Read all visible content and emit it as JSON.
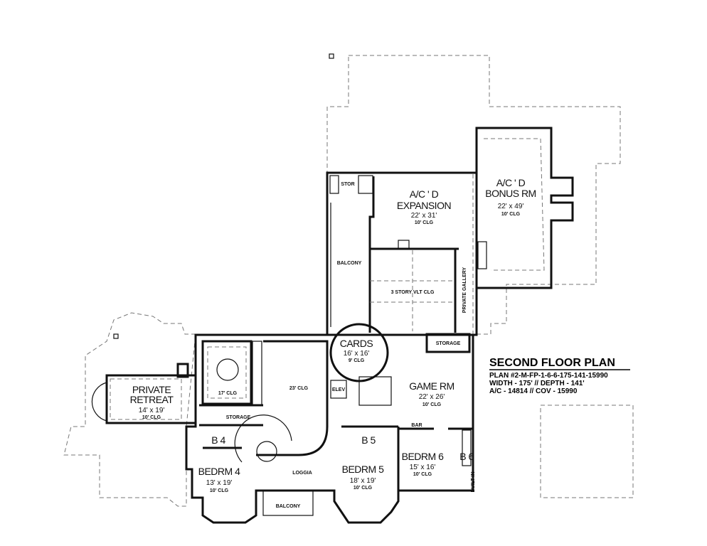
{
  "title_block": {
    "title": "SECOND FLOOR PLAN",
    "plan_number": "PLAN #2-M-FP-1-6-6-175-141-15990",
    "dimensions": "WIDTH - 175' // DEPTH - 141'",
    "area": "A/C - 14814 // COV - 15990"
  },
  "rooms": {
    "stor": "STOR",
    "expansion": {
      "name1": "A/C ' D",
      "name2": "EXPANSION",
      "size": "22' x 31'",
      "clg": "10' CLG"
    },
    "bonus": {
      "name1": "A/C ' D",
      "name2": "BONUS RM",
      "size": "22' x 49'",
      "clg": "10' CLG"
    },
    "balcony_upper": "BALCONY",
    "vault": "3 STORY VLT CLG",
    "gallery": "PRIVATE GALLERY",
    "cards": {
      "name": "CARDS",
      "size": "16' x 16'",
      "clg": "9' CLG"
    },
    "storage_right": "STORAGE",
    "game": {
      "name": "GAME RM",
      "size": "22' x 26'",
      "clg": "10' CLG"
    },
    "bar": "BAR",
    "clg17": "17' CLG",
    "clg23": "23' CLG",
    "elev": "ELEV",
    "retreat": {
      "name1": "PRIVATE",
      "name2": "RETREAT",
      "size": "14' x 19'",
      "clg": "10' CLG"
    },
    "storage_left": "STORAGE",
    "b4": "B 4",
    "b5": "B 5",
    "b6": "B 6",
    "bedrm4": {
      "name": "BEDRM 4",
      "size": "13' x 19'",
      "clg": "10' CLG"
    },
    "loggia": "LOGGIA",
    "bedrm5": {
      "name": "BEDRM 5",
      "size": "18' x 19'",
      "clg": "10' CLG"
    },
    "bedrm6": {
      "name": "BEDRM 6",
      "size": "15' x 16'",
      "clg": "10' CLG"
    },
    "built_in": "BUILT IN",
    "balcony_lower": "BALCONY"
  }
}
